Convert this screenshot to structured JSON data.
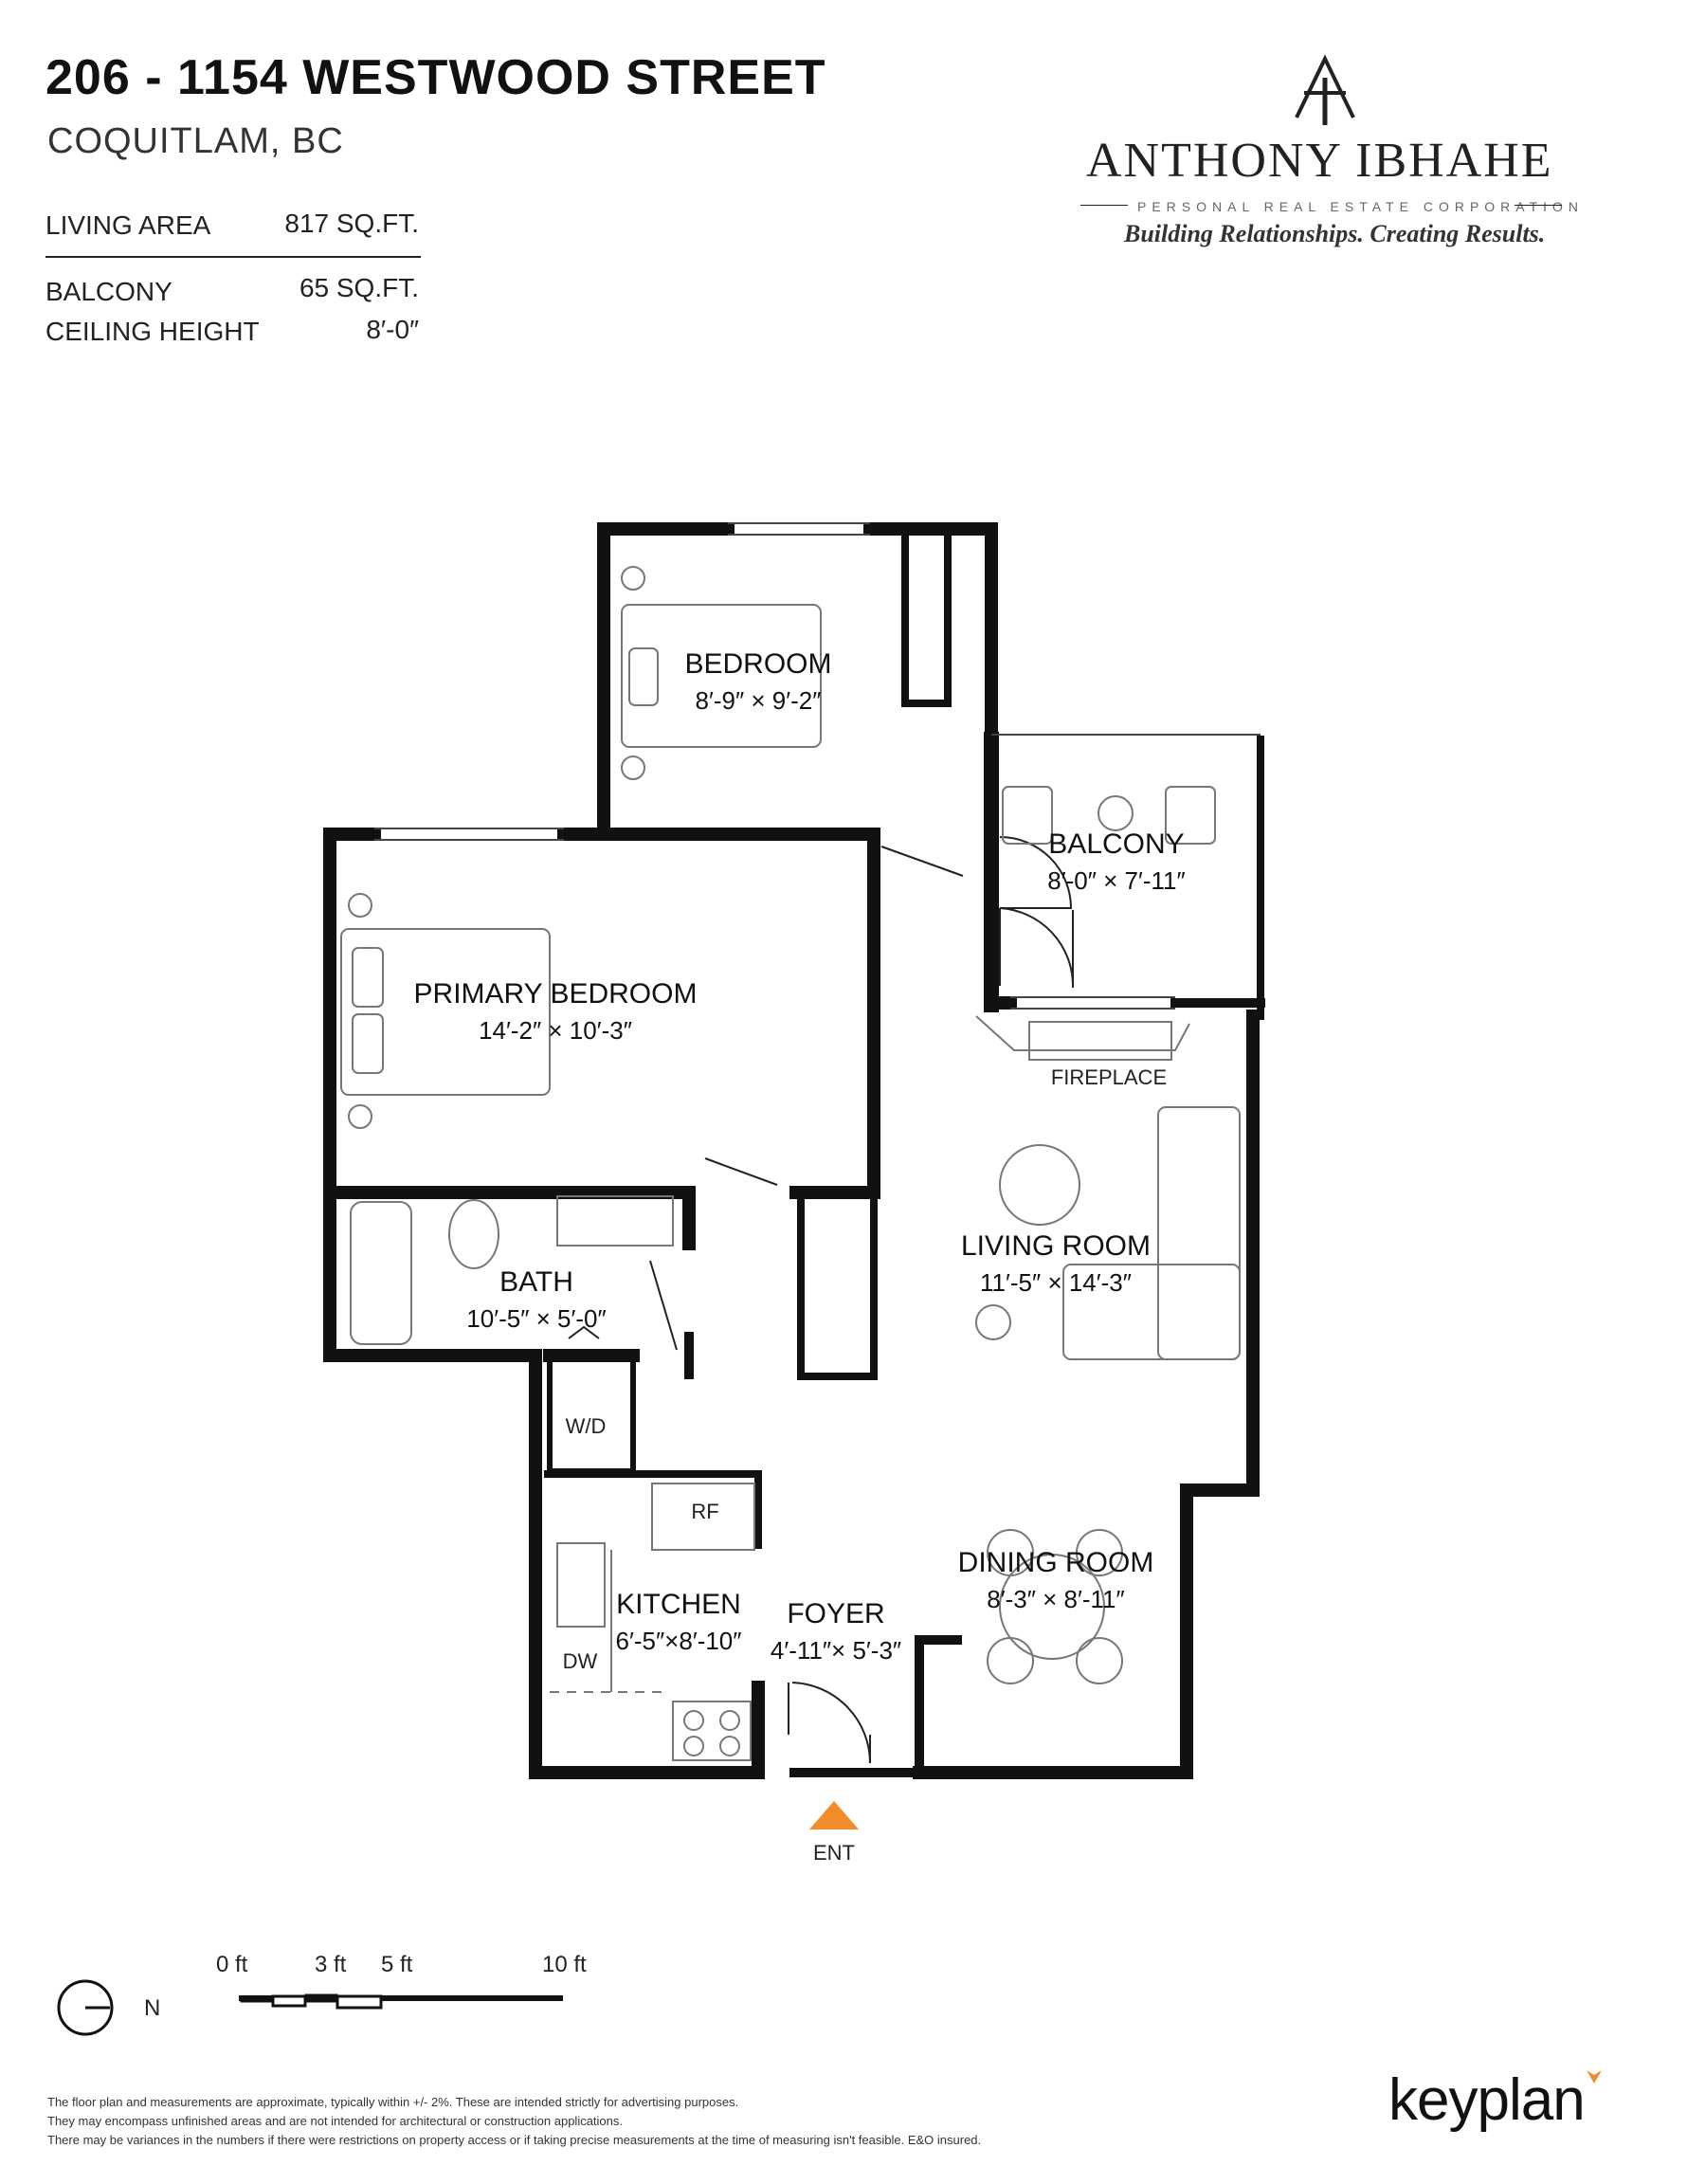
{
  "header": {
    "address": "206 - 1154 WESTWOOD STREET",
    "city": "COQUITLAM, BC"
  },
  "areas": {
    "living_area_label": "LIVING AREA",
    "living_area_value": "817 SQ.FT.",
    "balcony_label": "BALCONY",
    "balcony_value": "65 SQ.FT.",
    "ceiling_label": "CEILING HEIGHT",
    "ceiling_value": "8′-0″"
  },
  "brand": {
    "name": "ANTHONY IBHAHE",
    "subtitle": "PERSONAL REAL ESTATE CORPORATION",
    "tagline": "Building Relationships. Creating Results."
  },
  "rooms": {
    "bedroom": {
      "name": "BEDROOM",
      "dims": "8′-9″  ×  9′-2″"
    },
    "balcony": {
      "name": "BALCONY",
      "dims": "8′-0″  ×  7′-11″"
    },
    "primary_bedroom": {
      "name": "PRIMARY BEDROOM",
      "dims": "14′-2″  ×  10′-3″"
    },
    "bath": {
      "name": "BATH",
      "dims": "10′-5″  ×  5′-0″"
    },
    "living_room": {
      "name": "LIVING ROOM",
      "dims": "11′-5″  ×  14′-3″"
    },
    "dining_room": {
      "name": "DINING ROOM",
      "dims": "8′-3″  ×  8′-11″"
    },
    "kitchen": {
      "name": "KITCHEN",
      "dims": "6′-5″×8′-10″"
    },
    "foyer": {
      "name": "FOYER",
      "dims": "4′-11″× 5′-3″"
    }
  },
  "fixtures": {
    "fireplace": "FIREPLACE",
    "washer_dryer": "W/D",
    "refrigerator": "RF",
    "dishwasher": "DW",
    "entrance": "ENT"
  },
  "scale": {
    "labels": [
      "0 ft",
      "3 ft",
      "5 ft",
      "10 ft"
    ],
    "north": "N"
  },
  "colors": {
    "wall": "#111111",
    "entrance_marker": "#f08c2a",
    "keyplan_accent": "#f08c2a"
  },
  "disclaimer": [
    "The floor plan and measurements are approximate, typically within +/- 2%. These are intended strictly for advertising purposes.",
    "They may encompass unfinished areas and are not intended for architectural or construction applications.",
    "There may be variances in the numbers if there were restrictions on property access or if taking precise measurements at the time of measuring isn't feasible. E&O insured."
  ],
  "footer_brand": "keyplan"
}
